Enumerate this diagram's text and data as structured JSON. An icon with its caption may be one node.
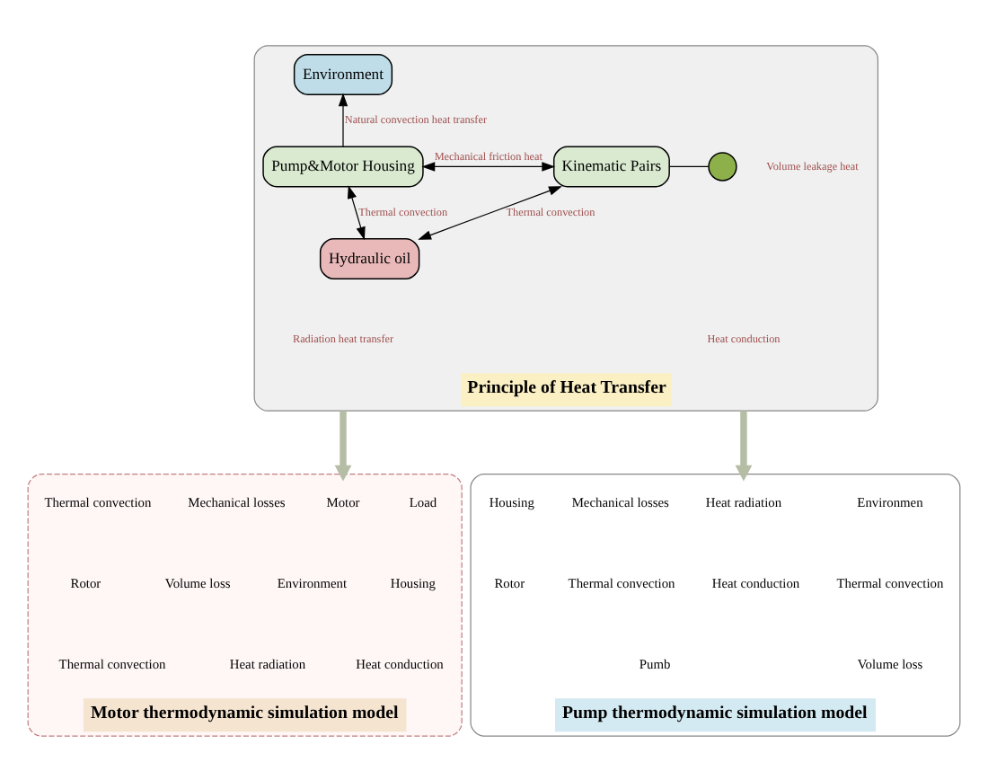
{
  "diagram": {
    "nodes": [
      {
        "text": [
          "Principle of Heat Transfer"
        ]
      },
      {
        "text": [
          "Environment"
        ],
        "in": 0
      },
      {
        "text": [
          "Pump&Motor Housing"
        ],
        "in": 0
      },
      {
        "text": [
          "Kinematic Pairs"
        ],
        "in": 0
      },
      {
        "text": [
          "Hydraulic oil"
        ],
        "in": 0
      },
      {
        "text": [],
        "shape": "circle",
        "in": 0,
        "beside": [
          "Volume leakage heat"
        ]
      },
      {
        "text": [
          "Motor thermodynamic simulation model"
        ]
      },
      {
        "text": [
          "Pump thermodynamic simulation model"
        ]
      }
    ],
    "edges": [
      {
        "from": 2,
        "to": 1,
        "arrow": "to",
        "label": "Natural convection heat transfer"
      },
      {
        "from": 2,
        "to": 3,
        "arrow": "both",
        "label": "Mechanical friction heat"
      },
      {
        "from": 2,
        "to": 4,
        "arrow": "both",
        "label": "Thermal convection"
      },
      {
        "from": 3,
        "to": 4,
        "arrow": "both",
        "label": "Thermal convection"
      },
      {
        "from": 3,
        "to": 5,
        "arrow": "none"
      },
      {
        "from": 0,
        "to": 6,
        "arrow": "to",
        "style": "thick",
        "color": "#b5bda5"
      },
      {
        "from": 0,
        "to": 7,
        "arrow": "to",
        "style": "thick",
        "color": "#b5bda5"
      }
    ],
    "labels": [
      "Radiation heat transfer",
      "Heat conduction",
      "Load",
      "Motor",
      "Mechanical losses",
      "Thermal convection",
      "Housing",
      "Environment",
      "Volume loss",
      "Rotor",
      "Heat conduction",
      "Heat radiation",
      "Thermal convection",
      "Environmen",
      "Heat radiation",
      "Mechanical losses",
      "Housing",
      "Thermal convection",
      "Heat conduction",
      "Thermal convection",
      "Rotor",
      "Volume loss",
      "Pumb"
    ]
  }
}
